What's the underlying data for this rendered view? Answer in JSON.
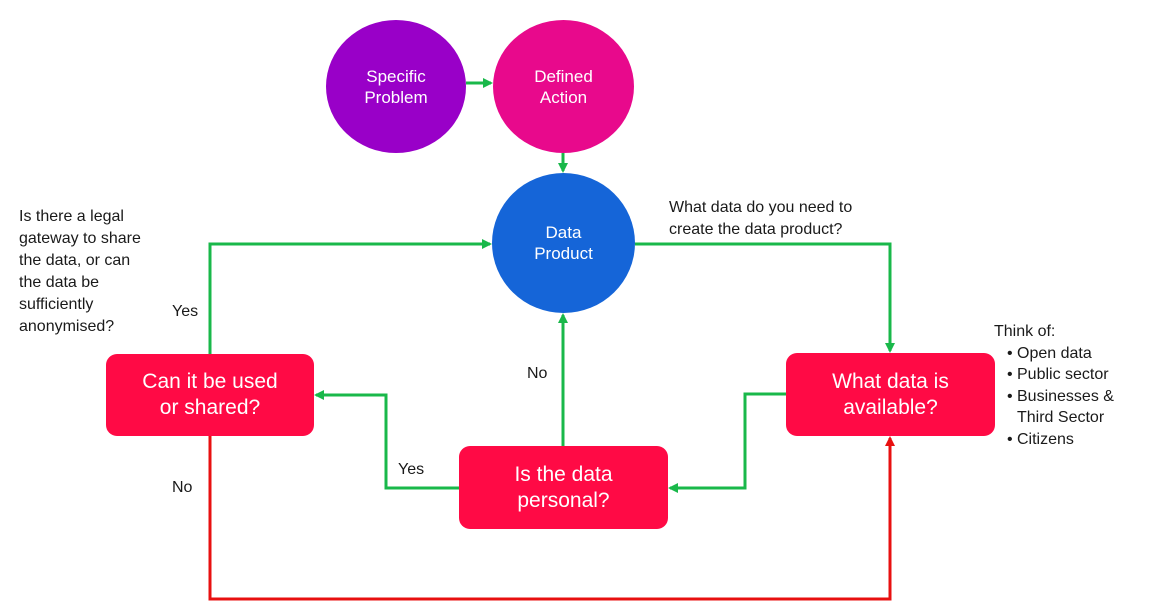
{
  "nodes": {
    "specific_problem": "Specific\nProblem",
    "defined_action": "Defined\nAction",
    "data_product": "Data\nProduct",
    "can_it_be_used": "Can it be used\nor shared?",
    "what_data_available": "What data is\navailable?",
    "is_data_personal": "Is the data\npersonal?"
  },
  "labels": {
    "legal_gateway": "Is there a legal\ngateway to share\nthe data, or can\nthe data be\nsufficiently\nanonymised?",
    "what_data_need": "What data do you need to\ncreate the data product?",
    "yes_to_product": "Yes",
    "no_personal_to_product": "No",
    "yes_personal_to_used": "Yes",
    "no_used_to_available": "No"
  },
  "think_of": {
    "title": "Think of:",
    "items": [
      "Open data",
      "Public sector",
      "Businesses &\nThird Sector",
      "Citizens"
    ],
    "bullet": "•"
  },
  "colors": {
    "purple": "#9900c8",
    "pink": "#e8098c",
    "blue": "#1565d8",
    "red_box": "#ff0a45",
    "green_arrow": "#19b84a",
    "red_arrow": "#e81010"
  }
}
